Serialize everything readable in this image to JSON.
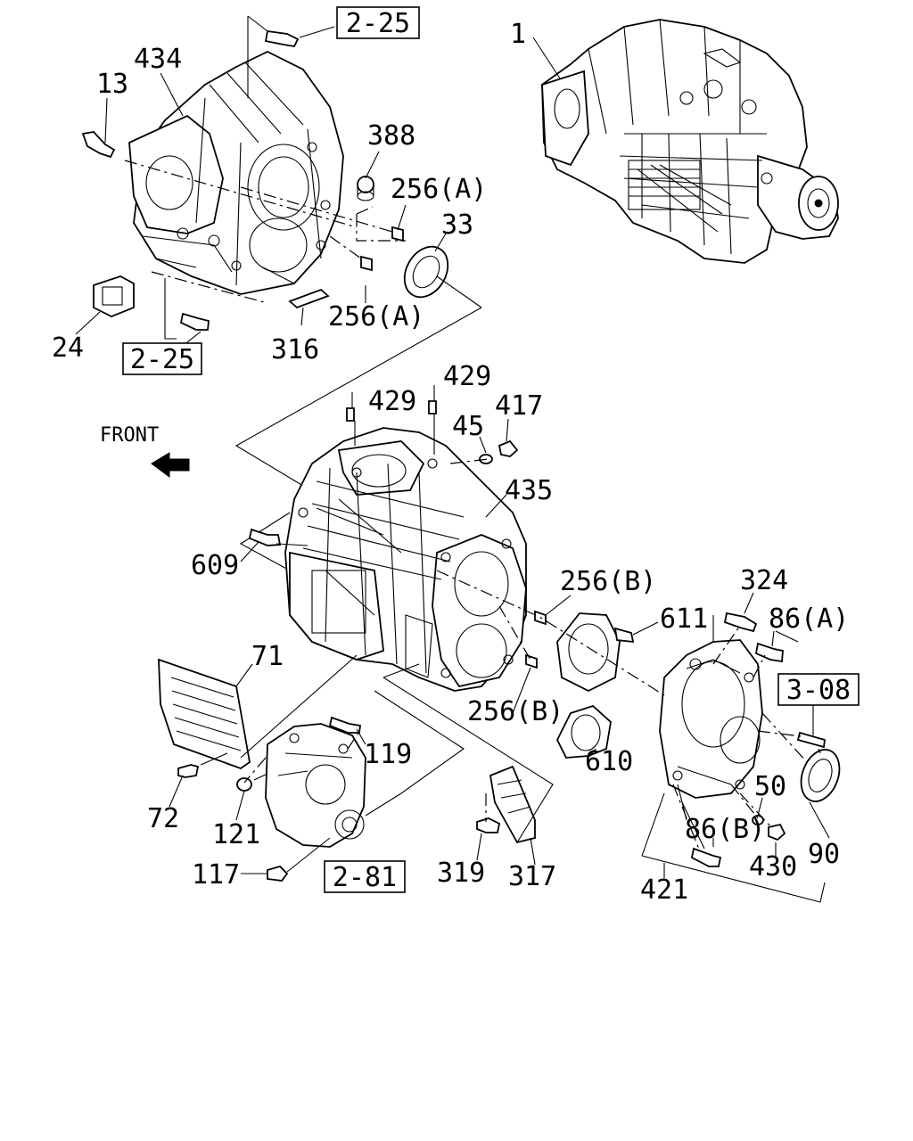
{
  "labels": {
    "p1": "1",
    "p434": "434",
    "p13": "13",
    "p388": "388",
    "p256a_1": "256(A)",
    "p33": "33",
    "p256a_2": "256(A)",
    "p24": "24",
    "p316": "316",
    "p429_1": "429",
    "p429_2": "429",
    "p45": "45",
    "p417": "417",
    "p435": "435",
    "p609": "609",
    "p256b_1": "256(B)",
    "p324": "324",
    "p611": "611",
    "p86a": "86(A)",
    "p71": "71",
    "p256b_2": "256(B)",
    "p119": "119",
    "p610": "610",
    "p50": "50",
    "p72": "72",
    "p121": "121",
    "p117": "117",
    "p319": "319",
    "p317": "317",
    "p86b": "86(B)",
    "p430": "430",
    "p90": "90",
    "p421": "421"
  },
  "references": {
    "ref_2_25_top": "2-25",
    "ref_2_25_left": "2-25",
    "ref_3_08": "3-08",
    "ref_2_81": "2-81"
  },
  "front": "FRONT"
}
